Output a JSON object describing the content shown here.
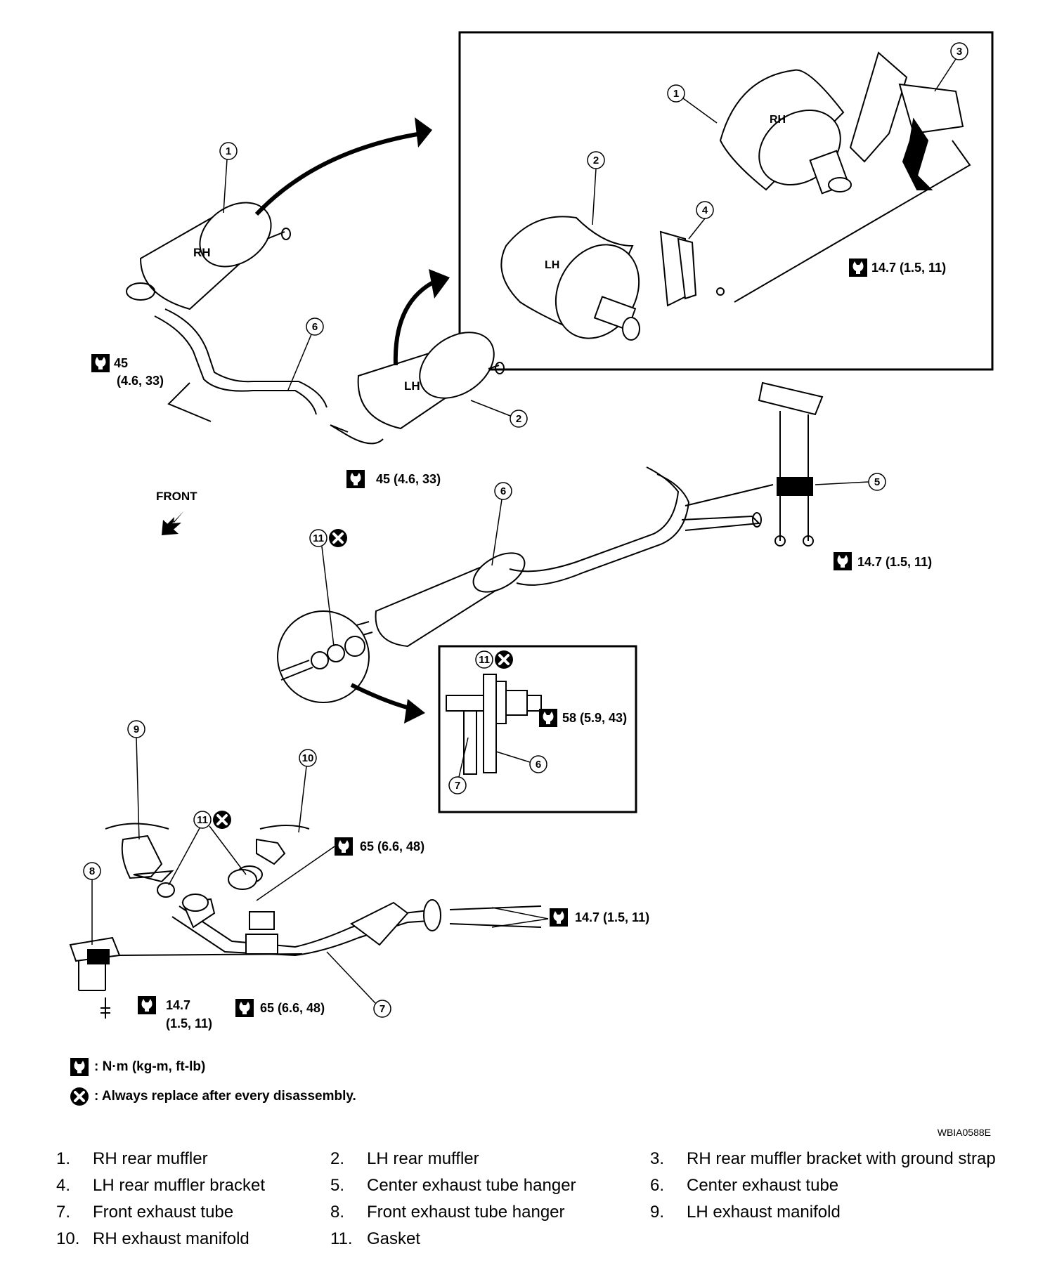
{
  "labels": {
    "rh": "RH",
    "lh": "LH",
    "front": "FRONT",
    "callouts": [
      "1",
      "2",
      "3",
      "4",
      "5",
      "6",
      "7",
      "8",
      "9",
      "10",
      "11"
    ]
  },
  "torques": {
    "t_inset_14_7": "14.7 (1.5, 11)",
    "t_45_a1": "45",
    "t_45_a2": "(4.6, 33)",
    "t_45_b": "45 (4.6, 33)",
    "t_hanger_14_7": "14.7 (1.5, 11)",
    "t_58": "58 (5.9, 43)",
    "t_65_a": "65 (6.6, 48)",
    "t_cat_14_7": "14.7 (1.5, 11)",
    "t_14_7_a": "14.7",
    "t_14_7_b": "(1.5, 11)",
    "t_65_b": "65 (6.6, 48)"
  },
  "legend": {
    "torque": ": N·m (kg-m, ft-lb)",
    "replace": ": Always replace after every disassembly."
  },
  "figure_code": "WBIA0588E",
  "parts": [
    {
      "num": "1.",
      "name": "RH rear muffler"
    },
    {
      "num": "2.",
      "name": "LH rear muffler"
    },
    {
      "num": "3.",
      "name": "RH rear muffler bracket with ground strap"
    },
    {
      "num": "4.",
      "name": "LH rear muffler bracket"
    },
    {
      "num": "5.",
      "name": "Center exhaust tube hanger"
    },
    {
      "num": "6.",
      "name": "Center exhaust tube"
    },
    {
      "num": "7.",
      "name": "Front exhaust tube"
    },
    {
      "num": "8.",
      "name": "Front exhaust tube hanger"
    },
    {
      "num": "9.",
      "name": "LH exhaust manifold"
    },
    {
      "num": "10.",
      "name": "RH exhaust manifold"
    },
    {
      "num": "11.",
      "name": "Gasket"
    }
  ]
}
